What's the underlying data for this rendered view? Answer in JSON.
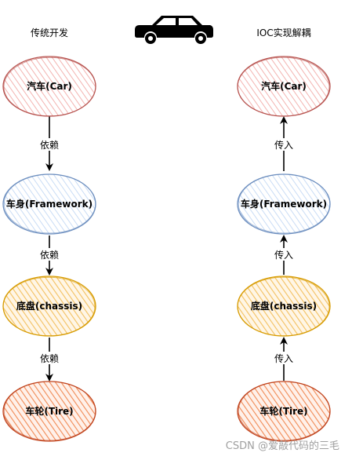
{
  "left_column": {
    "title": "传统开发",
    "nodes": [
      {
        "label": "汽车(Car)",
        "theme": "red"
      },
      {
        "label": "车身(Framework)",
        "theme": "blue"
      },
      {
        "label": "底盘(chassis)",
        "theme": "yellow"
      },
      {
        "label": "车轮(Tire)",
        "theme": "orange"
      }
    ],
    "edges": [
      {
        "label": "依赖",
        "direction": "down"
      },
      {
        "label": "依赖",
        "direction": "down"
      },
      {
        "label": "依赖",
        "direction": "down"
      }
    ]
  },
  "right_column": {
    "title": "IOC实现解耦",
    "nodes": [
      {
        "label": "汽车(Car)",
        "theme": "red"
      },
      {
        "label": "车身(Framework)",
        "theme": "blue"
      },
      {
        "label": "底盘(chassis)",
        "theme": "yellow"
      },
      {
        "label": "车轮(Tire)",
        "theme": "orange"
      }
    ],
    "edges": [
      {
        "label": "传入",
        "direction": "up"
      },
      {
        "label": "传入",
        "direction": "up"
      },
      {
        "label": "传入",
        "direction": "up"
      }
    ]
  },
  "icon": "car-icon",
  "watermark": "CSDN @爱敲代码的三毛",
  "colors": {
    "red": {
      "fill": "#f8cecc",
      "stroke": "#b85450"
    },
    "blue": {
      "fill": "#dae8fc",
      "stroke": "#6c8ebf"
    },
    "yellow": {
      "fill": "#ffe6cc",
      "stroke": "#d79b00"
    },
    "orange": {
      "fill": "#ffe0d0",
      "stroke": "#c0431d"
    },
    "line": "#000000"
  }
}
